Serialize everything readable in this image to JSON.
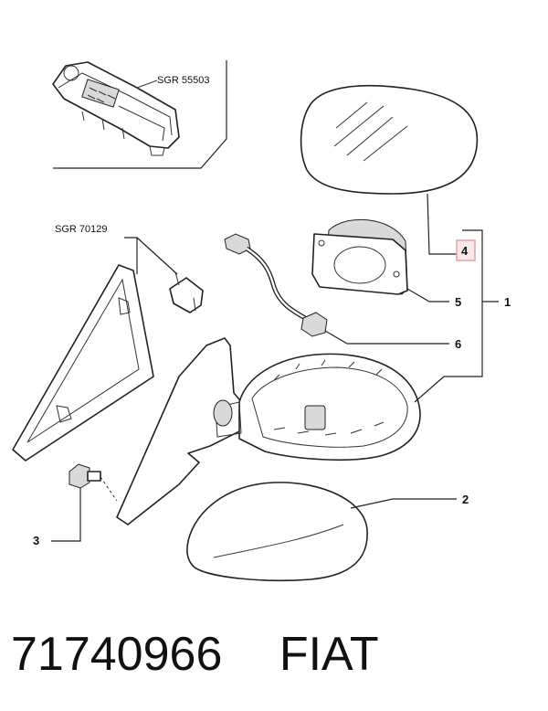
{
  "references": {
    "switch_ref": "SGR 55503",
    "bracket_ref": "SGR 70129"
  },
  "callouts": {
    "c1": "1",
    "c2": "2",
    "c3": "3",
    "c4": "4",
    "c5": "5",
    "c6": "6"
  },
  "colors": {
    "highlight_border": "#e8a0a0",
    "highlight_fill": "#fbe9e9"
  },
  "footer": {
    "part_number": "71740966",
    "brand": "FIAT"
  }
}
